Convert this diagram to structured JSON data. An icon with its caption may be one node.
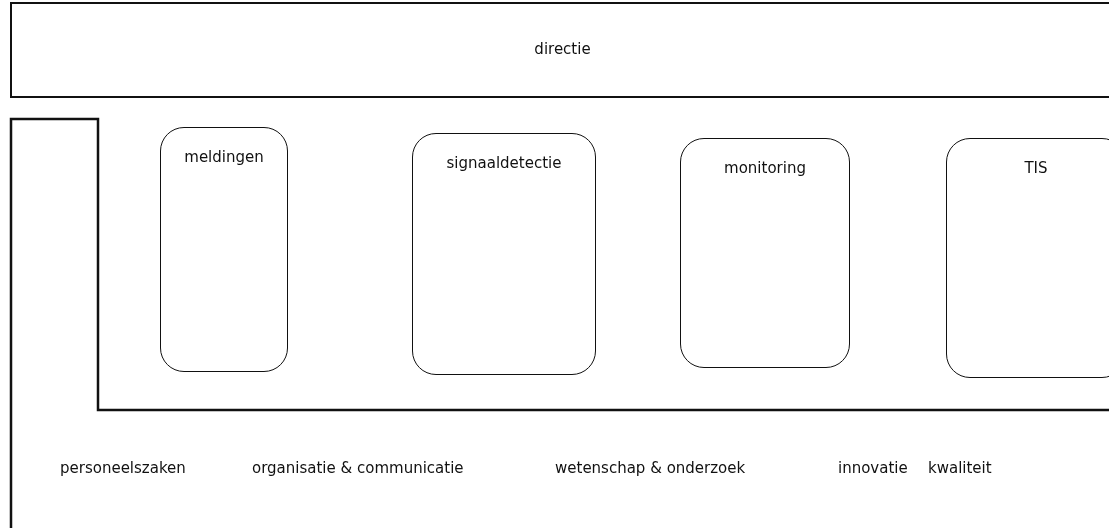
{
  "diagram": {
    "nodes": [
      {
        "text": [
          "directie"
        ]
      },
      {
        "text": [],
        "shape": "box"
      },
      {
        "text": [
          "meldingen"
        ],
        "in": 1
      },
      {
        "text": [
          "signaaldetectie"
        ],
        "in": 1
      },
      {
        "text": [
          "monitoring"
        ],
        "in": 1
      },
      {
        "text": [
          "TIS"
        ],
        "in": 1
      }
    ],
    "edges": [],
    "labels": [
      "personeelszaken",
      "organisatie & communicatie",
      "wetenschap & onderzoek",
      "innovatie",
      "kwaliteit"
    ]
  }
}
